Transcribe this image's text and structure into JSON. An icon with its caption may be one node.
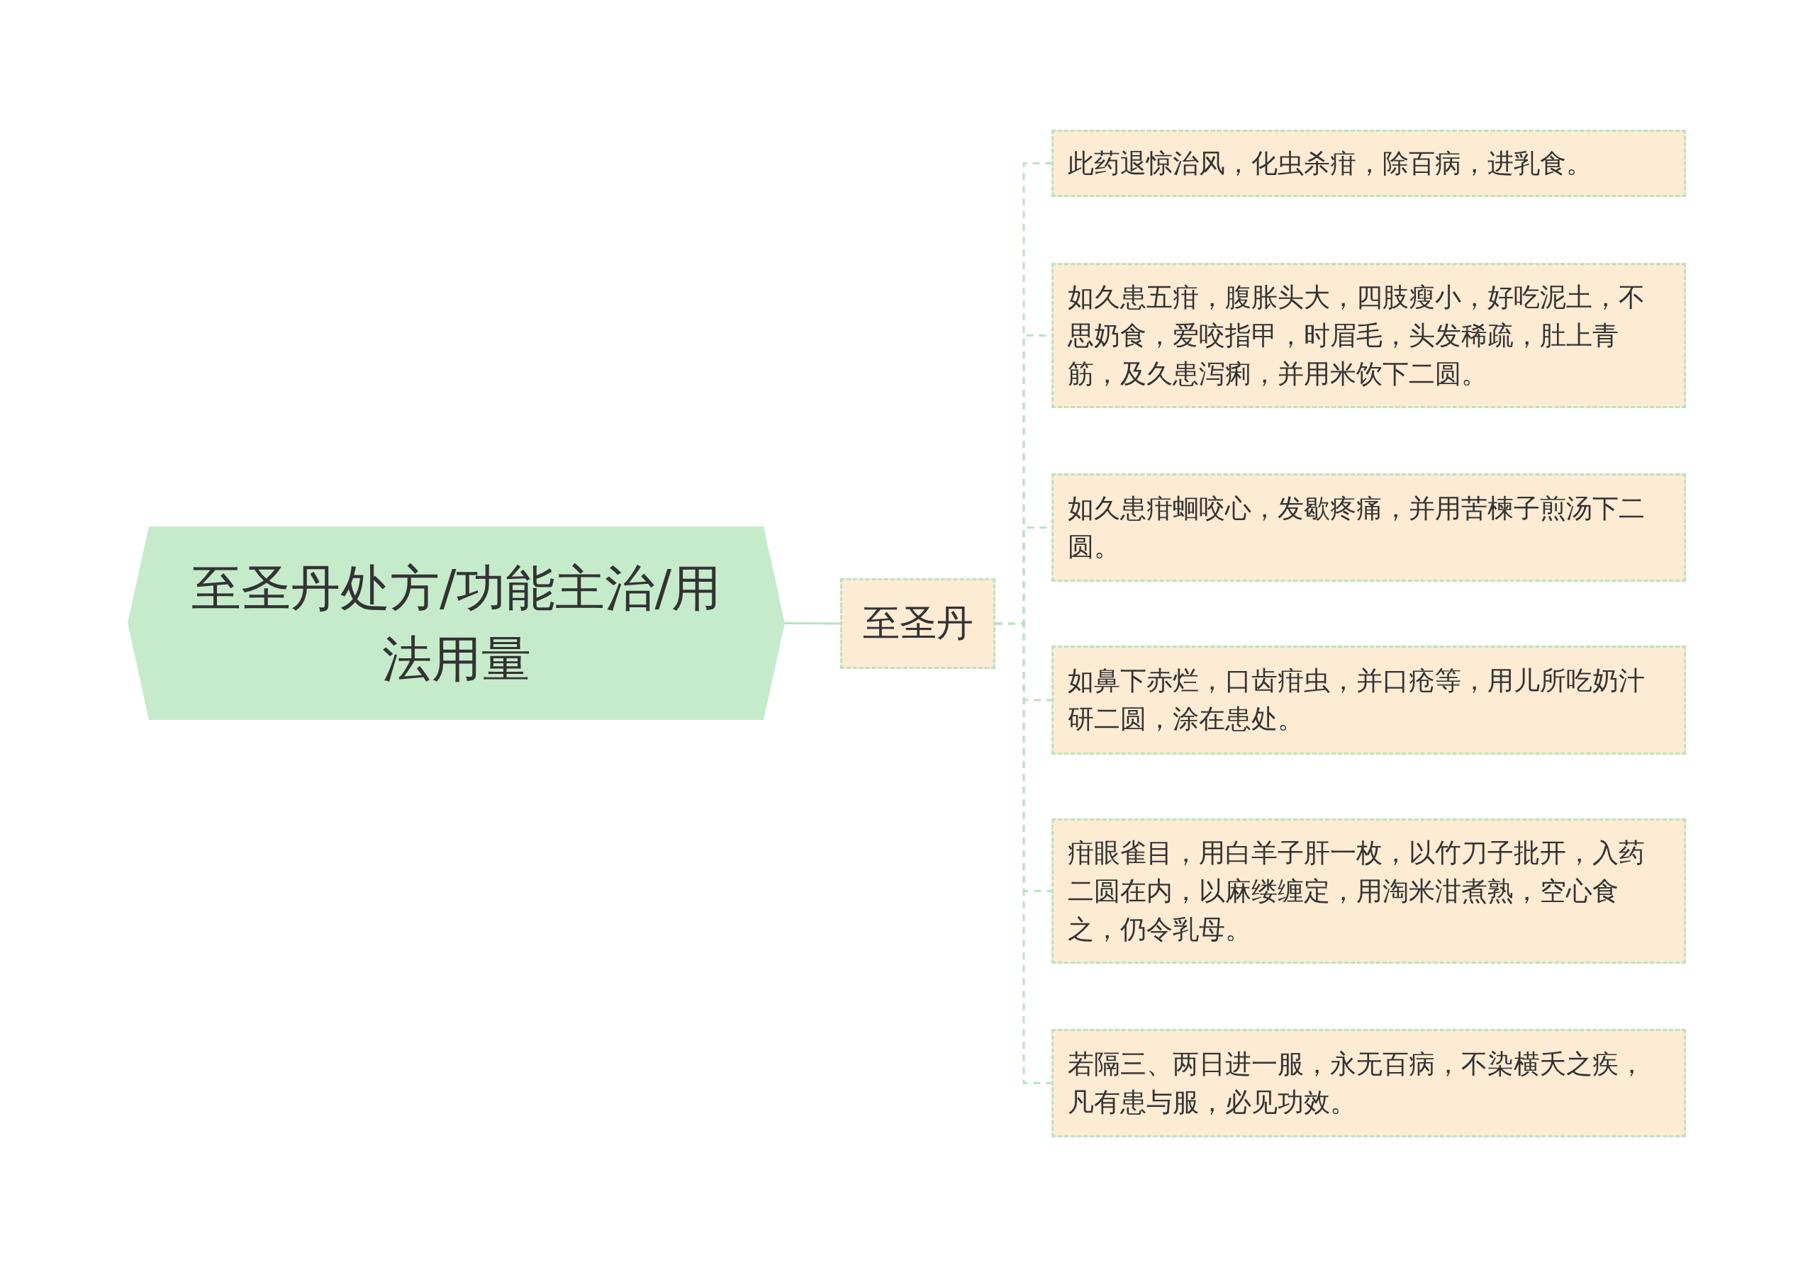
{
  "diagram": {
    "nodes": [
      {
        "text": [
          "至圣丹处方/功能主治/用法用量"
        ]
      },
      {
        "text": [
          "至圣丹"
        ]
      },
      {
        "text": [
          "此药退惊治风，化虫杀疳，除百病，进乳食。"
        ]
      },
      {
        "text": [
          "如久患五疳，腹胀头大，四肢瘦小，好吃泥土，不思奶食，爱咬指甲，时眉毛，头发稀疏，肚上青筋，及久患泻痢，并用米饮下二圆。"
        ]
      },
      {
        "text": [
          "如久患疳蛔咬心，发歇疼痛，并用苦楝子煎汤下二圆。"
        ]
      },
      {
        "text": [
          "如鼻下赤烂，口齿疳虫，并口疮等，用儿所吃奶汁研二圆，涂在患处。"
        ]
      },
      {
        "text": [
          "疳眼雀目，用白羊子肝一枚，以竹刀子批开，入药二圆在内，以麻缕缠定，用淘米泔煮熟，空心食之，仍令乳母。"
        ]
      },
      {
        "text": [
          "若隔三、两日进一服，永无百病，不染横夭之疾，凡有患与服，必见功效。"
        ]
      }
    ],
    "edges": [
      {
        "from": 0,
        "to": 1,
        "arrow": "none"
      },
      {
        "from": 1,
        "to": 2,
        "arrow": "none",
        "style": "dashed"
      },
      {
        "from": 1,
        "to": 3,
        "arrow": "none",
        "style": "dashed"
      },
      {
        "from": 1,
        "to": 4,
        "arrow": "none",
        "style": "dashed"
      },
      {
        "from": 1,
        "to": 5,
        "arrow": "none",
        "style": "dashed"
      },
      {
        "from": 1,
        "to": 6,
        "arrow": "none",
        "style": "dashed"
      },
      {
        "from": 1,
        "to": 7,
        "arrow": "none",
        "style": "dashed"
      }
    ]
  }
}
